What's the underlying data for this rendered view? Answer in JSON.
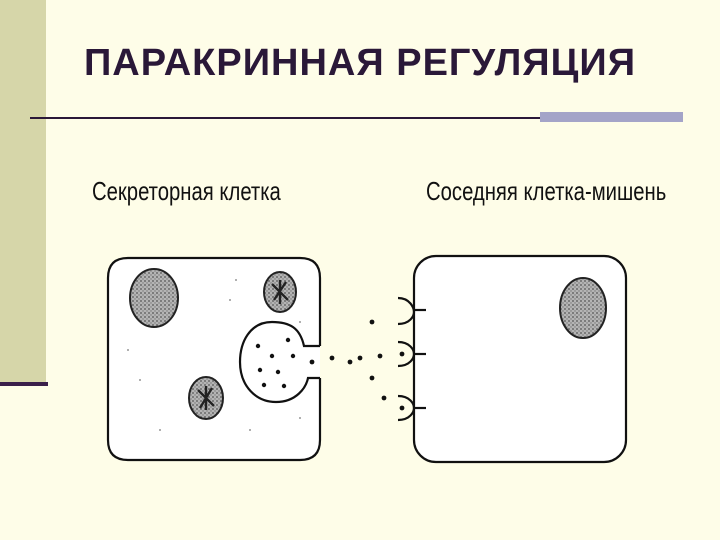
{
  "slide": {
    "title": "ПАРАКРИННАЯ РЕГУЛЯЦИЯ"
  },
  "diagram": {
    "secretory_cell_label": "Секреторная клетка",
    "target_cell_label": "Соседняя клетка-мишень",
    "colors": {
      "background": "#fefde8",
      "title": "#2a1838",
      "accent_bar": "#a4a4c8",
      "side_band": "#d6d6a9",
      "nucleus_fill": "#9a9a9a",
      "outline": "#111111"
    }
  }
}
